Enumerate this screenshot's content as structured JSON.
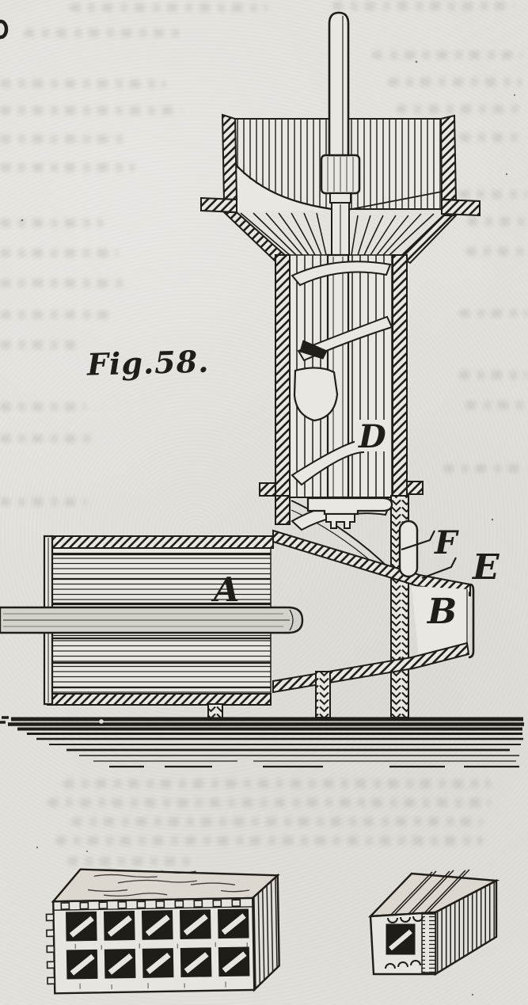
{
  "figure": {
    "caption": "Fig.58.",
    "labels": {
      "barrel": "A",
      "mouthpiece": "B",
      "auger": "D",
      "outlet": "E",
      "cap": "F"
    }
  },
  "colors": {
    "paper": "#e3e1dc",
    "ink": "#211e1a"
  }
}
